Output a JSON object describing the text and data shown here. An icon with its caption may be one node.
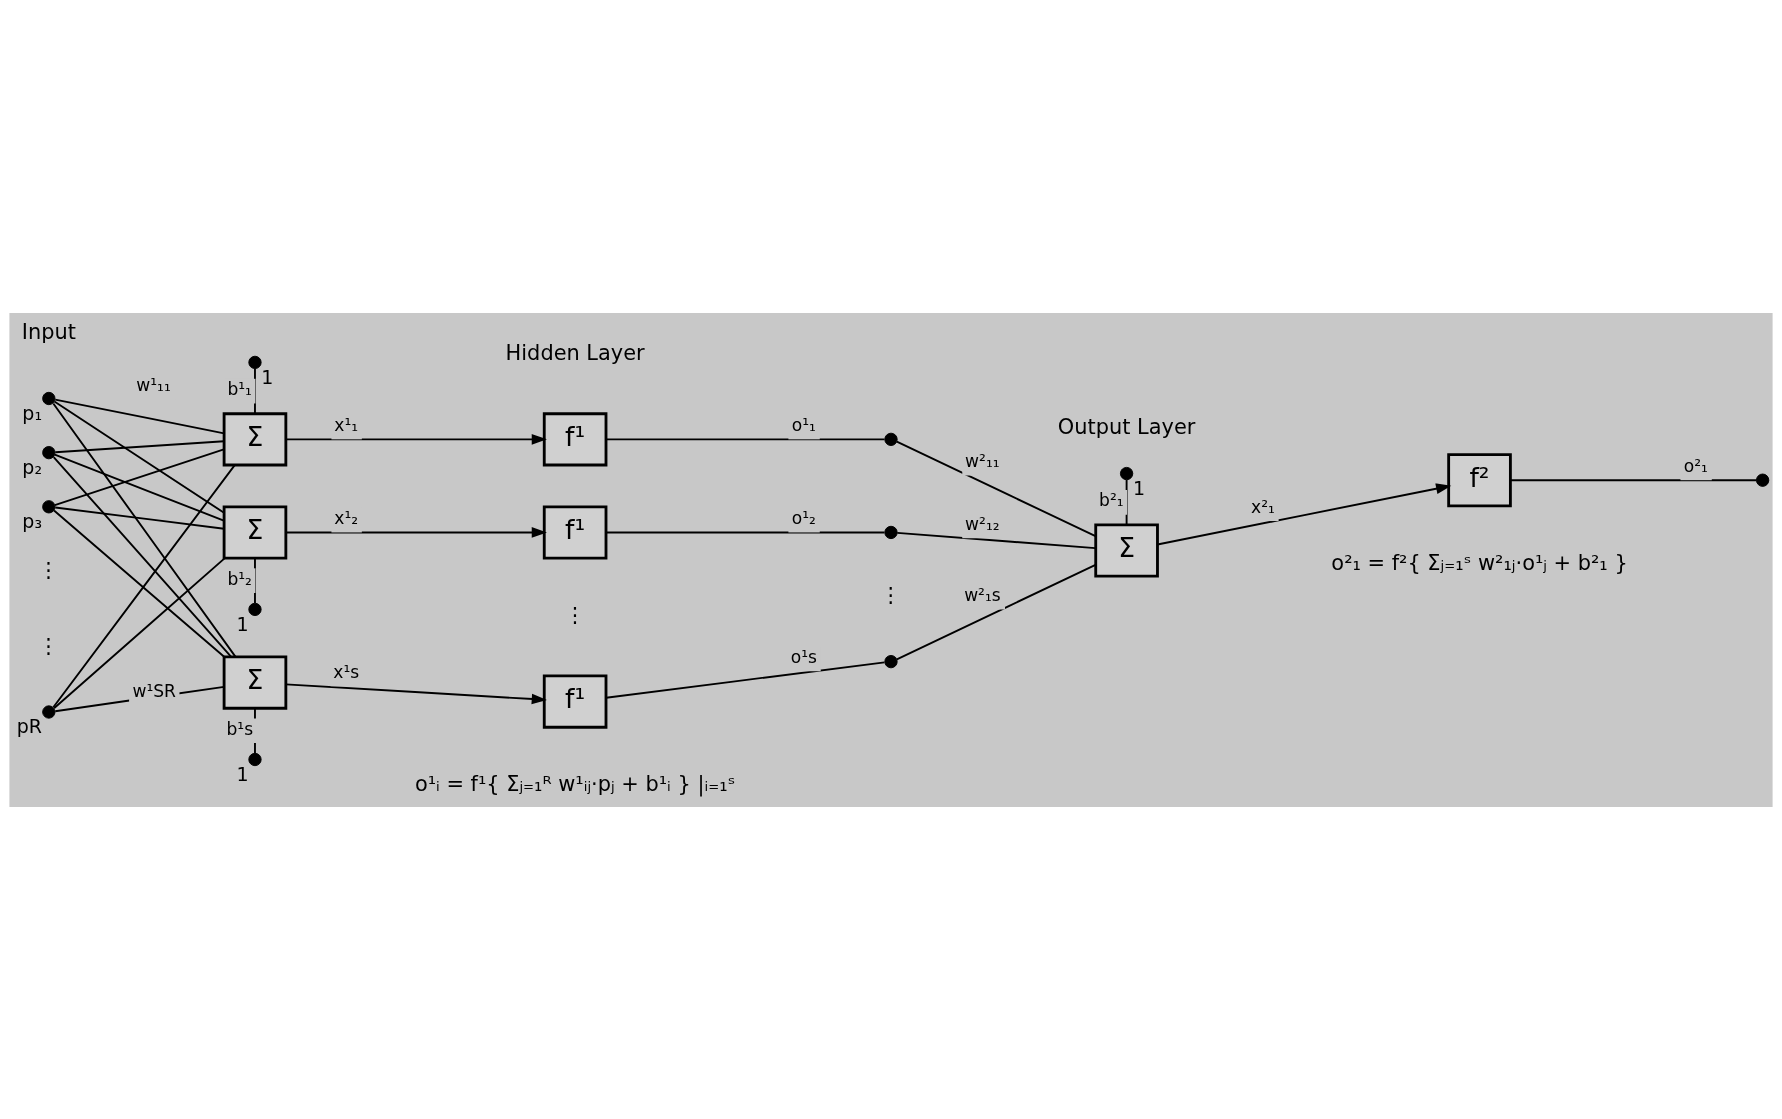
{
  "diagram": {
    "nodes": [
      {
        "text": [],
        "shape": "circle",
        "beside": [
          "p₁"
        ]
      },
      {
        "text": [],
        "shape": "circle",
        "beside": [
          "p₂"
        ]
      },
      {
        "text": [],
        "shape": "circle",
        "beside": [
          "p₃"
        ]
      },
      {
        "text": [],
        "shape": "circle",
        "beside": [
          "pR"
        ]
      },
      {
        "text": [
          "Σ"
        ]
      },
      {
        "text": [
          "f¹"
        ]
      },
      {
        "text": [],
        "shape": "circle"
      },
      {
        "text": [],
        "shape": "circle",
        "beside": [
          "1"
        ]
      },
      {
        "text": [
          "Σ"
        ]
      },
      {
        "text": [
          "f¹"
        ]
      },
      {
        "text": [],
        "shape": "circle"
      },
      {
        "text": [],
        "shape": "circle",
        "beside": [
          "1"
        ]
      },
      {
        "text": [
          "Σ"
        ]
      },
      {
        "text": [
          "f¹"
        ]
      },
      {
        "text": [],
        "shape": "circle"
      },
      {
        "text": [],
        "shape": "circle",
        "beside": [
          "1"
        ]
      },
      {
        "text": [
          "Σ"
        ]
      },
      {
        "text": [
          "f²"
        ]
      },
      {
        "text": [],
        "shape": "circle"
      },
      {
        "text": [],
        "shape": "circle",
        "beside": [
          "1"
        ]
      }
    ],
    "edges": [
      {
        "from": 0,
        "to": 4,
        "arrow": "none",
        "label": "w¹₁₁"
      },
      {
        "from": 0,
        "to": 8,
        "arrow": "none"
      },
      {
        "from": 0,
        "to": 12,
        "arrow": "none"
      },
      {
        "from": 1,
        "to": 4,
        "arrow": "none"
      },
      {
        "from": 1,
        "to": 8,
        "arrow": "none"
      },
      {
        "from": 1,
        "to": 12,
        "arrow": "none"
      },
      {
        "from": 2,
        "to": 4,
        "arrow": "none"
      },
      {
        "from": 2,
        "to": 8,
        "arrow": "none"
      },
      {
        "from": 2,
        "to": 12,
        "arrow": "none"
      },
      {
        "from": 3,
        "to": 4,
        "arrow": "none"
      },
      {
        "from": 3,
        "to": 8,
        "arrow": "none"
      },
      {
        "from": 3,
        "to": 12,
        "arrow": "none",
        "label": "w¹SR"
      },
      {
        "from": 7,
        "to": 4,
        "arrow": "none",
        "label": "b¹₁"
      },
      {
        "from": 4,
        "to": 5,
        "arrow": "to",
        "label": "x¹₁"
      },
      {
        "from": 5,
        "to": 6,
        "arrow": "none",
        "label": "o¹₁"
      },
      {
        "from": 11,
        "to": 8,
        "arrow": "none",
        "label": "b¹₂"
      },
      {
        "from": 8,
        "to": 9,
        "arrow": "to",
        "label": "x¹₂"
      },
      {
        "from": 9,
        "to": 10,
        "arrow": "none",
        "label": "o¹₂"
      },
      {
        "from": 15,
        "to": 12,
        "arrow": "none",
        "label": "b¹s"
      },
      {
        "from": 12,
        "to": 13,
        "arrow": "to",
        "label": "x¹s"
      },
      {
        "from": 13,
        "to": 14,
        "arrow": "none",
        "label": "o¹s"
      },
      {
        "from": 6,
        "to": 16,
        "arrow": "none",
        "label": "w²₁₁"
      },
      {
        "from": 10,
        "to": 16,
        "arrow": "none",
        "label": "w²₁₂"
      },
      {
        "from": 14,
        "to": 16,
        "arrow": "none",
        "label": "w²₁s"
      },
      {
        "from": 19,
        "to": 16,
        "arrow": "none",
        "label": "b²₁"
      },
      {
        "from": 16,
        "to": 17,
        "arrow": "to",
        "label": "x²₁"
      },
      {
        "from": 17,
        "to": 18,
        "arrow": "none",
        "label": "o²₁"
      }
    ],
    "labels": [
      "Input",
      "Hidden Layer",
      "Output Layer",
      "⋮",
      "⋮",
      "⋮",
      "⋮",
      "o¹ᵢ = f¹{ Σⱼ₌₁ᴿ w¹ᵢⱼ·pⱼ + b¹ᵢ } |ᵢ₌₁ˢ",
      "o²₁ = f²{ Σⱼ₌₁ˢ w²₁ⱼ·o¹ⱼ + b²₁ }"
    ]
  }
}
